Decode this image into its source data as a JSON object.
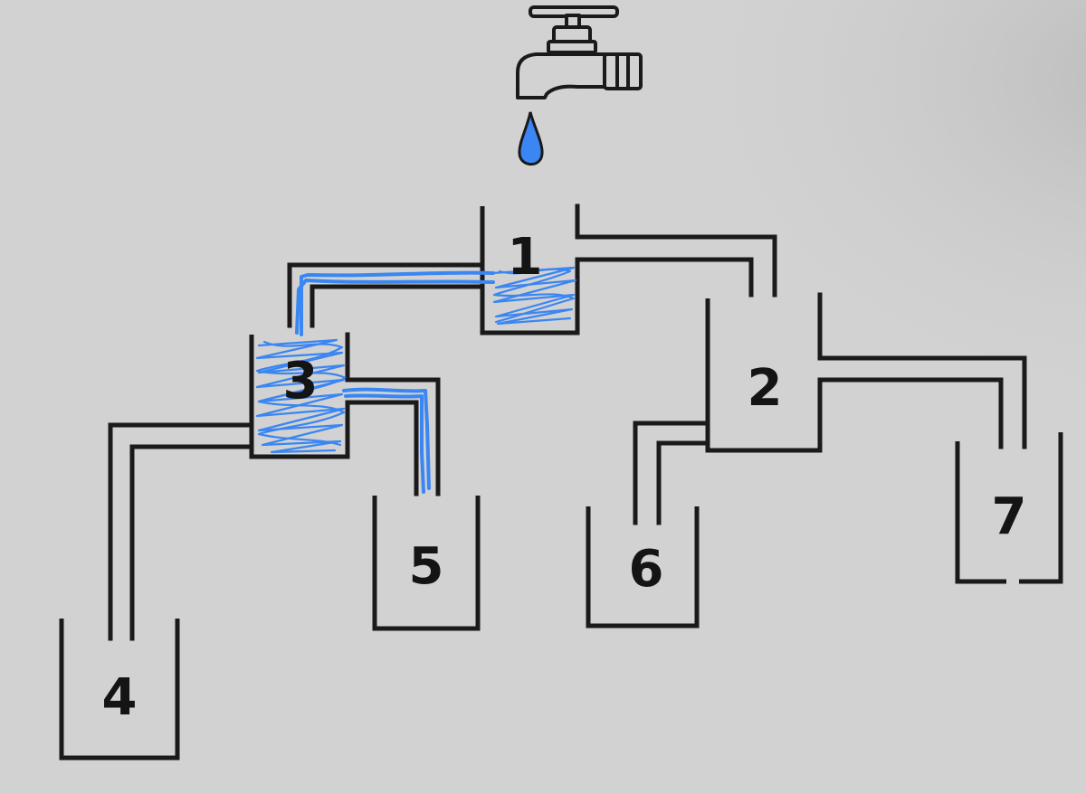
{
  "colors": {
    "background": "#d2d2d2",
    "line": "#1a1a1a",
    "water": "#3a86f2"
  },
  "icons": {
    "faucet": "faucet-icon",
    "drop": "water-drop-icon"
  },
  "containers": [
    {
      "id": "1",
      "label": "1",
      "filled": true
    },
    {
      "id": "2",
      "label": "2",
      "filled": false
    },
    {
      "id": "3",
      "label": "3",
      "filled": true
    },
    {
      "id": "4",
      "label": "4",
      "filled": false
    },
    {
      "id": "5",
      "label": "5",
      "filled": false
    },
    {
      "id": "6",
      "label": "6",
      "filled": false
    },
    {
      "id": "7",
      "label": "7",
      "filled": false
    }
  ],
  "connections": [
    {
      "from": "1",
      "to": "2"
    },
    {
      "from": "1",
      "to": "3"
    },
    {
      "from": "2",
      "to": "6"
    },
    {
      "from": "2",
      "to": "7"
    },
    {
      "from": "3",
      "to": "4"
    },
    {
      "from": "3",
      "to": "5"
    }
  ]
}
